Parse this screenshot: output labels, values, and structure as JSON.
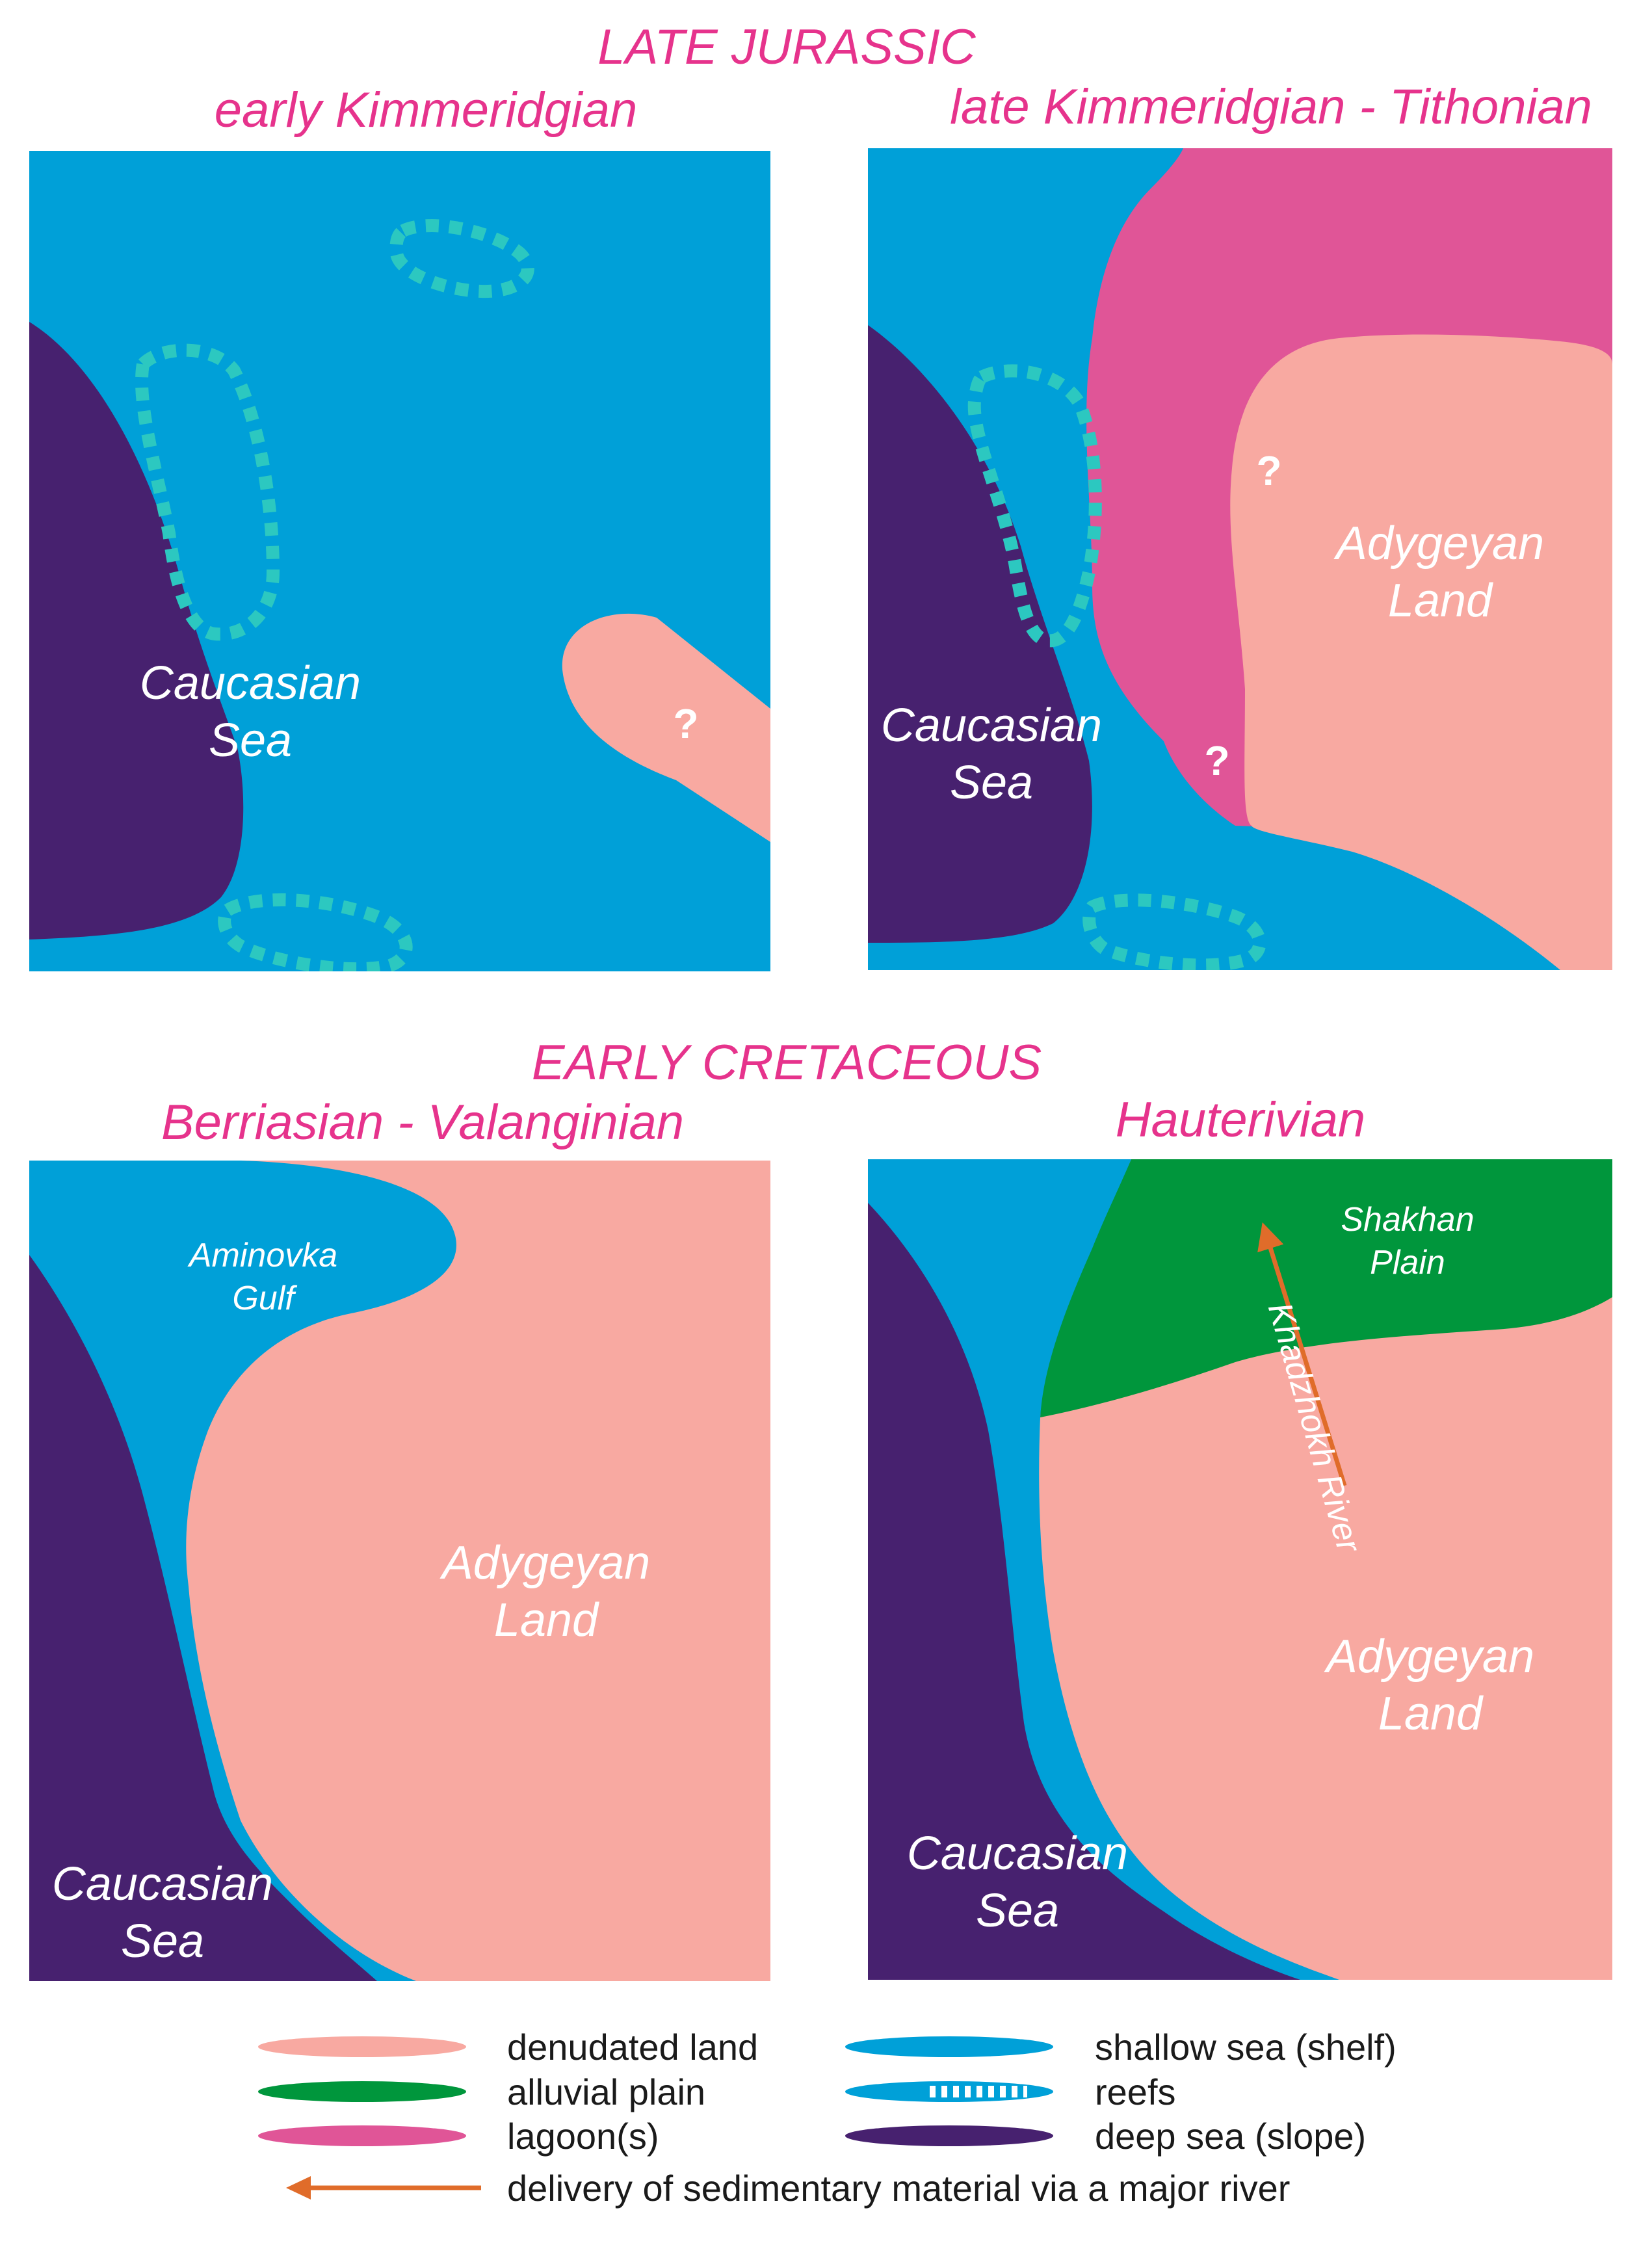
{
  "colors": {
    "shallow_sea": "#00a0d8",
    "deep_sea": "#47216f",
    "denudated_land": "#f8a9a1",
    "lagoon": "#e05597",
    "alluvial_plain": "#00963c",
    "reef": "#2cc8c0",
    "river_arrow": "#e06c2a",
    "title": "#e6338c"
  },
  "headings": {
    "late_jurassic": "LATE JURASSIC",
    "early_cretaceous": "EARLY CRETACEOUS"
  },
  "panels": {
    "p1": {
      "title": "early Kimmeridgian",
      "sea": [
        "Caucasian",
        "Sea"
      ],
      "question": "?"
    },
    "p2": {
      "title": "late Kimmeridgian - Tithonian",
      "sea": [
        "Caucasian",
        "Sea"
      ],
      "land": [
        "Adygeyan",
        "Land"
      ],
      "question_1": "?",
      "question_2": "?"
    },
    "p3": {
      "title": "Berriasian - Valanginian",
      "gulf": [
        "Aminovka",
        "Gulf"
      ],
      "land": [
        "Adygeyan",
        "Land"
      ],
      "sea": [
        "Caucasian",
        "Sea"
      ]
    },
    "p4": {
      "title": "Hauterivian",
      "plain": [
        "Shakhan",
        "Plain"
      ],
      "river": "Khadzhokh River",
      "land": [
        "Adygeyan",
        "Land"
      ],
      "sea": [
        "Caucasian",
        "Sea"
      ]
    }
  },
  "legend": {
    "denudated_land": "denudated land",
    "alluvial_plain": "alluvial plain",
    "lagoons": "lagoon(s)",
    "shallow_sea": "shallow sea (shelf)",
    "reefs": "reefs",
    "deep_sea": "deep sea (slope)",
    "river_delivery": "delivery of sedimentary material via a major river"
  }
}
